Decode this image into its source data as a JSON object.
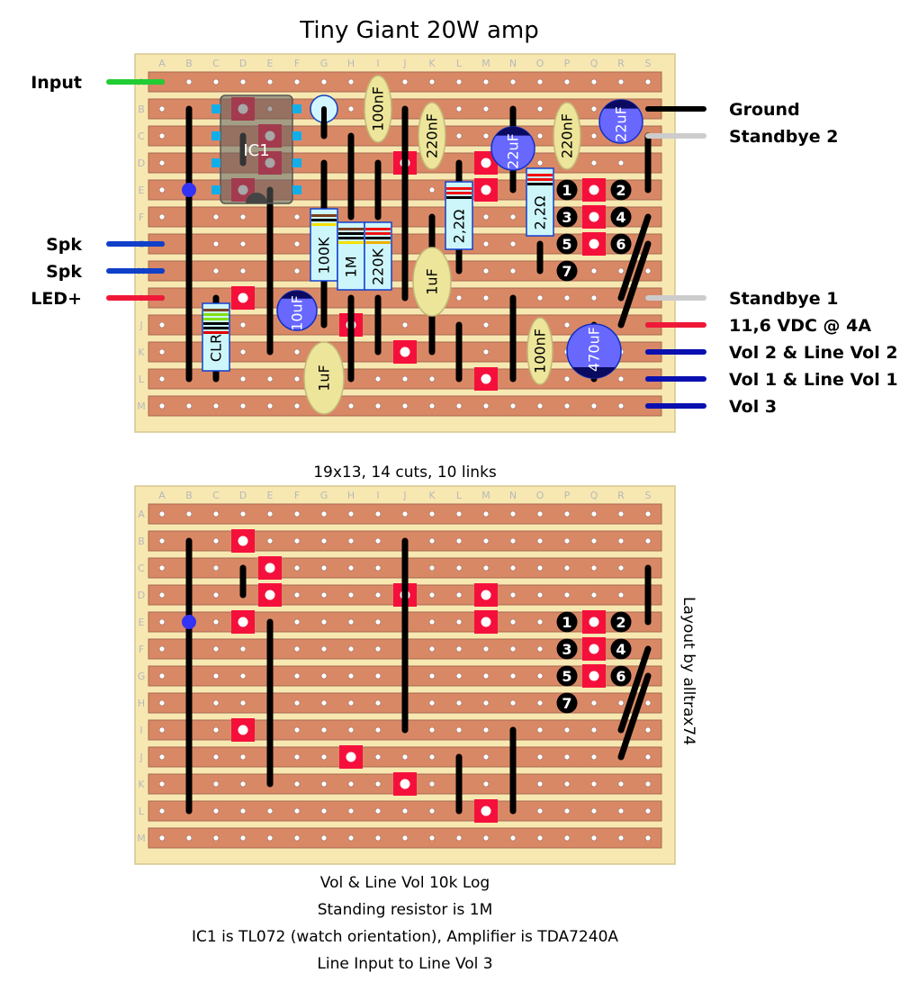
{
  "title": "Tiny Giant 20W amp",
  "board_info": "19x13, 14 cuts, 10 links",
  "credit": "Layout by alltrax74",
  "notes": [
    "Vol & Line Vol 10k Log",
    "Standing resistor is 1M",
    "IC1 is TL072 (watch orientation), Amplifier is TDA7240A",
    "Line Input to Line Vol 3"
  ],
  "columns": [
    "A",
    "B",
    "C",
    "D",
    "E",
    "F",
    "G",
    "H",
    "I",
    "J",
    "K",
    "L",
    "M",
    "N",
    "O",
    "P",
    "Q",
    "R",
    "S"
  ],
  "rows": [
    "A",
    "B",
    "C",
    "D",
    "E",
    "F",
    "G",
    "H",
    "I",
    "J",
    "K",
    "L",
    "M"
  ],
  "left_wires": [
    {
      "label": "Input",
      "color": "#22cc33"
    },
    {
      "label": "Spk",
      "color": "#1040c8"
    },
    {
      "label": "Spk",
      "color": "#1040c8"
    },
    {
      "label": "LED+",
      "color": "#f01838"
    }
  ],
  "right_wires": [
    {
      "label": "Ground",
      "color": "#000000"
    },
    {
      "label": "Standbye 2",
      "color": "#cccccc"
    },
    {
      "label": "Standbye 1",
      "color": "#cccccc"
    },
    {
      "label": "11,6 VDC @ 4A",
      "color": "#f01838"
    },
    {
      "label": "Vol 2 & Line Vol 2",
      "color": "#0a10b0"
    },
    {
      "label": "Vol 1 & Line Vol 1",
      "color": "#0a10b0"
    },
    {
      "label": "Vol 3",
      "color": "#0a10b0"
    }
  ],
  "components": {
    "ic1": "IC1",
    "c_100nF_a": "100nF",
    "c_220nF_a": "220nF",
    "c_220nF_b": "220nF",
    "c_1uF_a": "1uF",
    "c_1uF_b": "1uF",
    "c_100nF_b": "100nF",
    "e_22uF_a": "22uF",
    "e_22uF_b": "22uF",
    "e_10uF": "10uF",
    "e_470uF": "470uF",
    "r_100K": "100K",
    "r_1M": "1M",
    "r_220K": "220K",
    "r_22a": "2,2Ω",
    "r_22b": "2,2Ω",
    "r_clr": "CLR"
  },
  "amp_pins": [
    "1",
    "2",
    "3",
    "4",
    "5",
    "6",
    "7"
  ],
  "colors": {
    "board": "#f7e8b2",
    "strip": "#d98866",
    "cut": "#f5103c",
    "film_cap": "#ede59a",
    "electrolytic": "#6868ff",
    "resistor": "#cdf6fb"
  }
}
